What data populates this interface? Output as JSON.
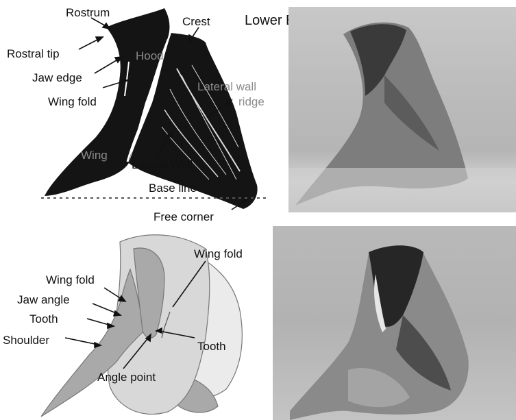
{
  "header": {
    "title": "Lower Beak"
  },
  "top_diagram": {
    "labels": {
      "rostrum": "Rostrum",
      "crest": "Crest",
      "rostral_tip": "Rostral tip",
      "hood": "Hood",
      "jaw_edge": "Jaw edge",
      "lateral_wall_ridge_line1": "Lateral wall",
      "lateral_wall_ridge_line2": "ridge",
      "wing_fold": "Wing fold",
      "wing": "Wing",
      "lateral_wall": "Lateral Wall",
      "base_line": "Base line",
      "free_corner": "Free corner"
    }
  },
  "bottom_diagram": {
    "labels": {
      "wing_fold_right": "Wing fold",
      "wing_fold_left": "Wing fold",
      "jaw_angle": "Jaw angle",
      "tooth_left": "Tooth",
      "shoulder": "Shoulder",
      "tooth_right": "Tooth",
      "angle_point": "Angle point"
    }
  },
  "colors": {
    "beak_black": "#141414",
    "diagram_light": "#cfcfcf",
    "diagram_mid": "#a9a9a9",
    "diagram_back": "#ebebeb",
    "label_gray": "#8c8c8c"
  }
}
